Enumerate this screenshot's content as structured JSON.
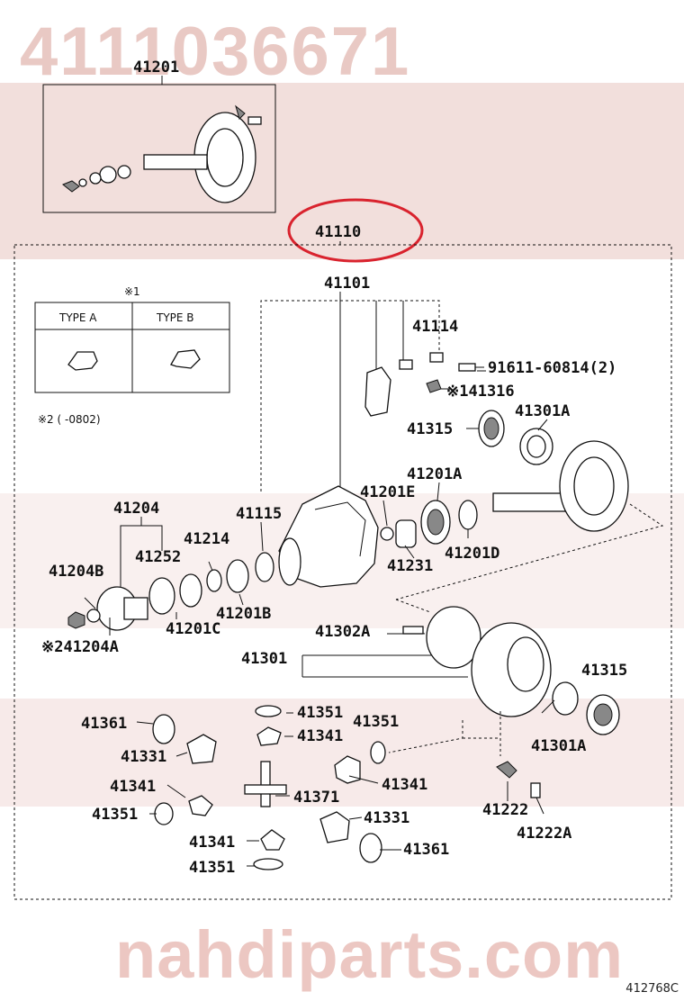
{
  "watermark": {
    "part_number": "4111036671",
    "site": "nahdiparts.com"
  },
  "figure_code": "412768C",
  "colors": {
    "watermark": "#e8c4bf",
    "highlight_circle": "#d9232e",
    "ink": "#111111"
  },
  "legend": {
    "mark1": "※1",
    "type_a": "TYPE A",
    "type_b": "TYPE B",
    "note2": "※2 (      -0802)"
  },
  "labels": {
    "p41201": "41201",
    "p41110": "41110",
    "p41101": "41101",
    "p41114": "41114",
    "p91611": "91611-60814(2)",
    "p41316": "※141316",
    "p41315a": "41315",
    "p41301Aa": "41301A",
    "p41201A": "41201A",
    "p41201E": "41201E",
    "p41204": "41204",
    "p41115": "41115",
    "p41252": "41252",
    "p41214": "41214",
    "p41204B": "41204B",
    "p41231": "41231",
    "p41201D": "41201D",
    "p41201C": "41201C",
    "p41201B": "41201B",
    "p41204A": "※241204A",
    "p41302A": "41302A",
    "p41301": "41301",
    "p41315b": "41315",
    "p41361a": "41361",
    "p41351a": "41351",
    "p41341a": "41341",
    "p41351b": "41351",
    "p41331a": "41331",
    "p41301Ab": "41301A",
    "p41341b": "41341",
    "p41341c": "41341",
    "p41371": "41371",
    "p41222": "41222",
    "p41351c": "41351",
    "p41331b": "41331",
    "p41222A": "41222A",
    "p41341d": "41341",
    "p41361b": "41361",
    "p41351d": "41351"
  }
}
